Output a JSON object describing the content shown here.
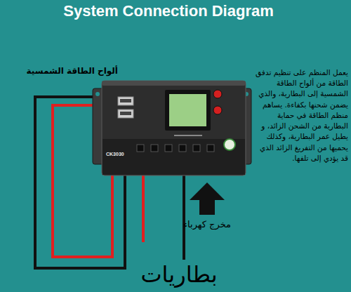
{
  "diagram": {
    "title": "System Connection Diagram",
    "nodes": [
      {
        "text": [
          "CK3030"
        ]
      }
    ],
    "labels": [
      "ألواح الطاقة الشمسية",
      "يعمل المنظم على تنظيم تدفق الطاقة من ألواح الطاقة الشمسية إلى البطارية، والذي يضمن شحنها بكفاءة. يساهم منظم الطاقة في حماية البطارية من الشحن الزائد، و يطيل عمر البطارية، وكذلك يحميها من التفريغ الزائد الذي قد يؤدي إلى تلفها.",
      "مخرج كهرباء",
      "بطاريات"
    ]
  }
}
